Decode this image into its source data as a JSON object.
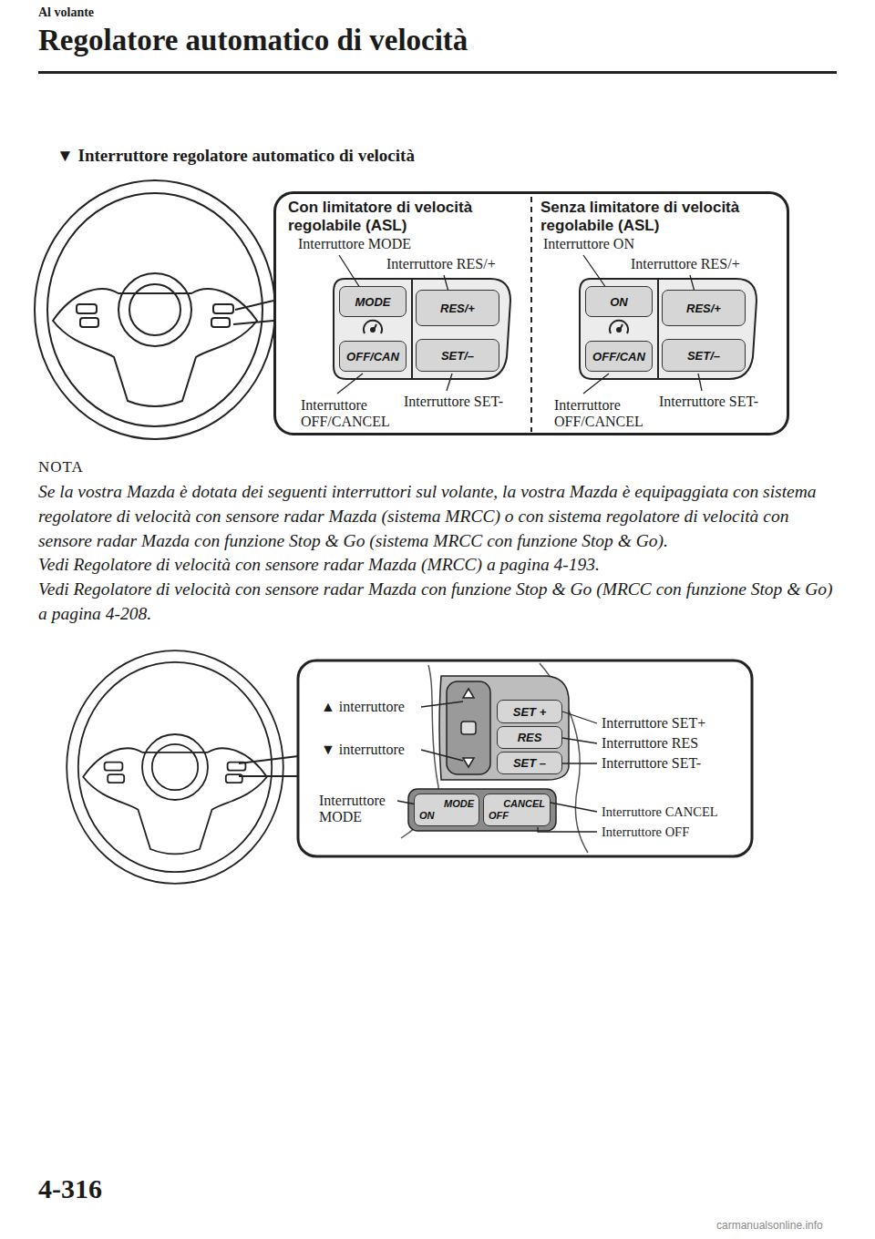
{
  "diagram": {
    "title": "Regolatore automatico di velocità",
    "nodes": [
      {
        "text": [
          "Con limitatore di velocità regolabile (ASL)",
          "Senza limitatore di velocità regolabile (ASL)"
        ]
      },
      {
        "text": [
          "MODE"
        ],
        "in": 0
      },
      {
        "text": [
          "RES/+"
        ],
        "in": 0
      },
      {
        "text": [
          "OFF/CAN"
        ],
        "in": 0
      },
      {
        "text": [
          "SET/–"
        ],
        "in": 0
      },
      {
        "text": [
          "ON"
        ],
        "in": 0
      },
      {
        "text": [
          "RES/+"
        ],
        "in": 0
      },
      {
        "text": [
          "OFF/CAN"
        ],
        "in": 0
      },
      {
        "text": [
          "SET/–"
        ],
        "in": 0
      },
      {
        "text": [
          "SET +"
        ]
      },
      {
        "text": [
          "RES"
        ]
      },
      {
        "text": [
          "SET –"
        ]
      },
      {
        "text": [
          "MODE",
          "ON"
        ]
      },
      {
        "text": [
          "CANCEL",
          "OFF"
        ]
      }
    ],
    "labels": [
      "Al volante",
      "▼ Interruttore regolatore automatico di velocità",
      "Interruttore MODE",
      "Interruttore RES/+",
      "Interruttore OFF/CANCEL",
      "Interruttore SET-",
      "Interruttore ON",
      "Interruttore RES/+",
      "Interruttore OFF/CANCEL",
      "Interruttore SET-",
      "NOTA",
      "Se la vostra Mazda è dotata dei seguenti interruttori sul volante, la vostra Mazda è equipaggiata con sistema regolatore di velocità con sensore radar Mazda (sistema MRCC) o con sistema regolatore di velocità con sensore radar Mazda con funzione Stop & Go (sistema MRCC con funzione Stop & Go).",
      "Vedi Regolatore di velocità con sensore radar Mazda (MRCC) a pagina 4-193.",
      "Vedi Regolatore di velocità con sensore radar Mazda con funzione Stop & Go (MRCC con funzione Stop & Go) a pagina 4-208.",
      "▲ interruttore",
      "▼ interruttore",
      "Interruttore MODE",
      "Interruttore SET+",
      "Interruttore RES",
      "Interruttore SET-",
      "Interruttore CANCEL",
      "Interruttore OFF",
      "4-316",
      "carmanualsonline.info"
    ]
  }
}
